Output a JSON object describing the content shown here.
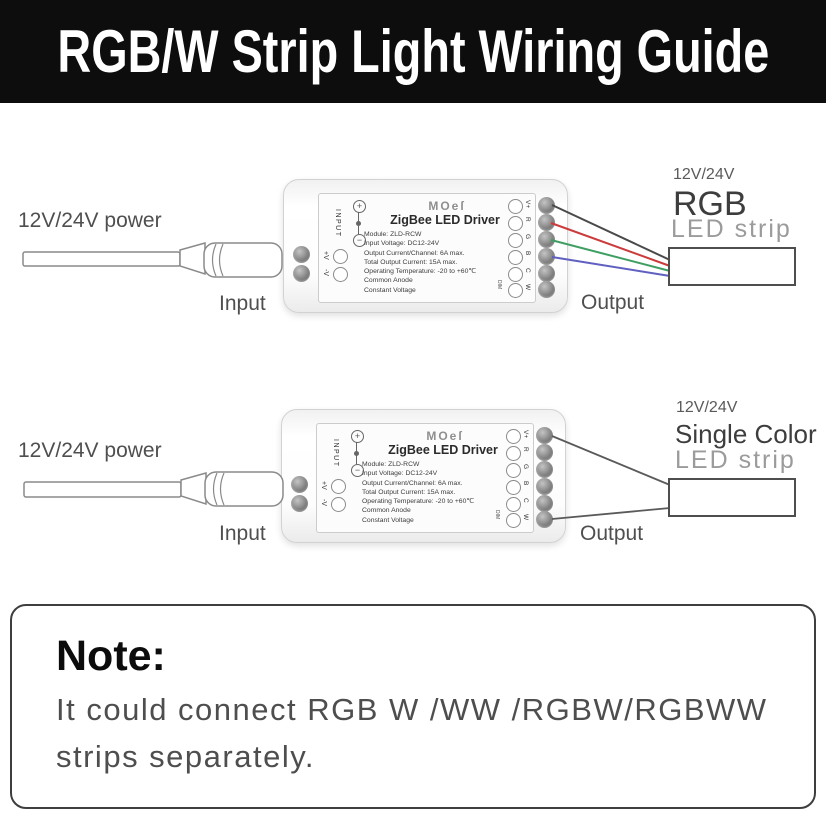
{
  "header": {
    "title": "RGB/W Strip Light Wiring Guide"
  },
  "driver": {
    "brand": "MOeſ",
    "name": "ZigBee LED Driver",
    "specs": [
      "Module: ZLD-RCW",
      "Input Voltage: DC12-24V",
      "Output Current/Channel: 6A max.",
      "Total Output Current: 15A max.",
      "Operating Temperature: -20 to +60℃",
      "Common Anode",
      "Constant Voltage"
    ],
    "input_label": "INPUT",
    "input_plus": "+",
    "input_minus": "−",
    "vplus_label": "+V",
    "vminus_label": "-V",
    "terminals": [
      "V+",
      "R",
      "G",
      "B",
      "C",
      "W"
    ],
    "dim_label": "DIM"
  },
  "rgb_diagram": {
    "power_label": "12V/24V power",
    "input_caption": "Input",
    "output_caption": "Output",
    "strip_voltage": "12V/24V",
    "strip_title": "RGB",
    "strip_subtitle": "LED strip"
  },
  "single_diagram": {
    "power_label": "12V/24V power",
    "input_caption": "Input",
    "output_caption": "Output",
    "strip_voltage": "12V/24V",
    "strip_title": "Single Color",
    "strip_subtitle": "LED strip"
  },
  "note": {
    "heading": "Note:",
    "lines": [
      "It could connect RGB W /WW /RGBW/RGBWW",
      "strips separately."
    ]
  },
  "colors": {
    "header_bg": "#0d0d0d",
    "wire_vplus": "#4a4a4a",
    "wire_r": "#cc3b3b",
    "wire_g": "#3f9e62",
    "wire_b": "#6060c0",
    "wire_single": "#5a5a5a"
  }
}
